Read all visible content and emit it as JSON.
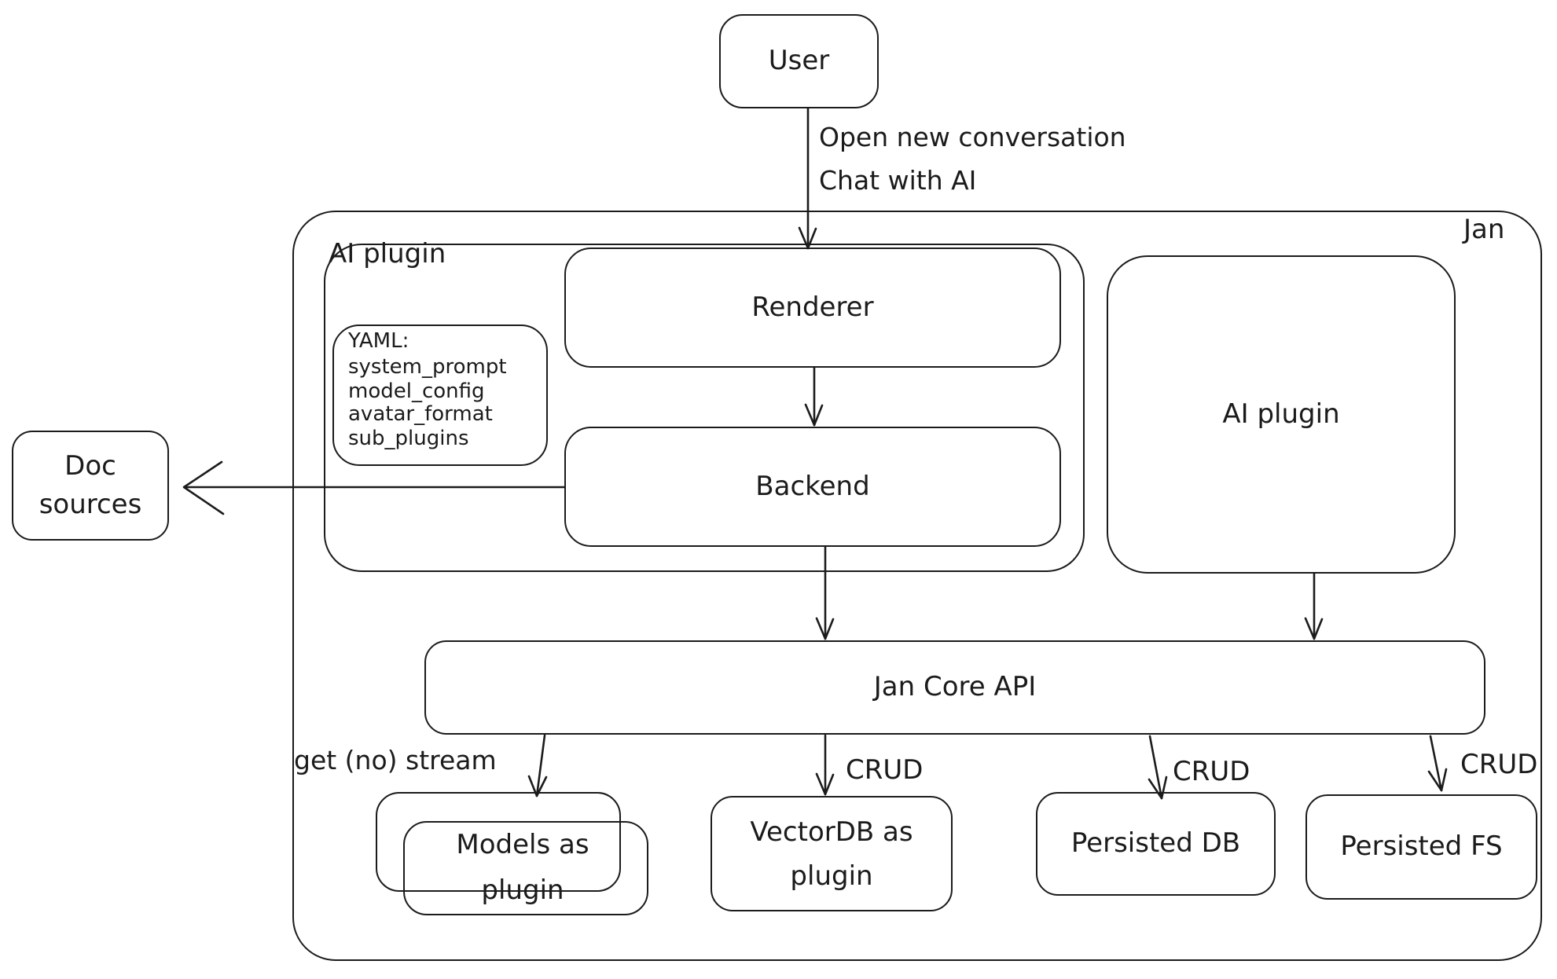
{
  "diagram": {
    "kind": "hand-drawn architecture diagram",
    "colors": {
      "stroke": "#1b1b1b",
      "background": "#ffffff"
    }
  },
  "nodes": {
    "user": {
      "label": "User"
    },
    "jan_container": {
      "label": "Jan"
    },
    "ai_plugin_container": {
      "label": "AI plugin"
    },
    "renderer": {
      "label": "Renderer"
    },
    "backend": {
      "label": "Backend"
    },
    "doc_sources": {
      "label": "Doc sources"
    },
    "ai_plugin_right": {
      "label": "AI plugin"
    },
    "jan_core_api": {
      "label": "Jan Core API"
    },
    "models_as_plugin": {
      "label": "Models as plugin"
    },
    "vectordb_as_plugin": {
      "label": "VectorDB as plugin"
    },
    "persisted_db": {
      "label": "Persisted DB"
    },
    "persisted_fs": {
      "label": "Persisted FS"
    }
  },
  "yaml_note": {
    "line1": "YAML:",
    "line2": "system_prompt",
    "line3": "model_config",
    "line4": "avatar_format",
    "line5": "sub_plugins"
  },
  "edge_labels": {
    "user_edge_line1": "Open new conversation",
    "user_edge_line2": "Chat with AI",
    "stream": "get (no) stream",
    "crud_vectordb": "CRUD",
    "crud_persisted_db": "CRUD",
    "crud_persisted_fs": "CRUD"
  }
}
